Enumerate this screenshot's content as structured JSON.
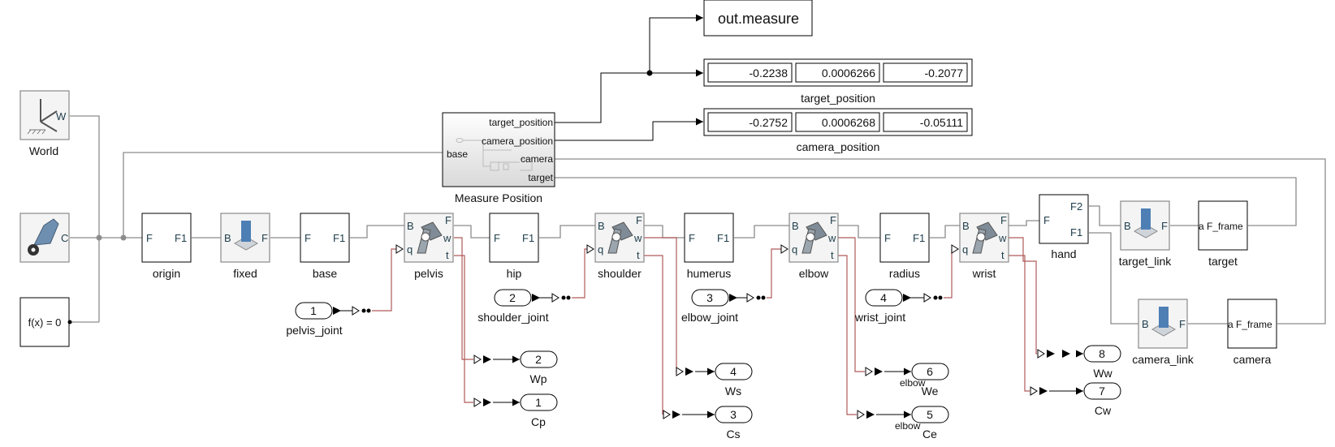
{
  "blocks": {
    "world": {
      "label": "World",
      "port": "W"
    },
    "mechanism_config": {
      "port": "C"
    },
    "solver": {
      "text": "f(x) = 0"
    },
    "origin": {
      "label": "origin",
      "port_in": "F",
      "port_out": "F1"
    },
    "fixed": {
      "label": "fixed",
      "port_b": "B",
      "port_f": "F"
    },
    "base": {
      "label": "base",
      "port_in": "F",
      "port_out": "F1"
    },
    "pelvis": {
      "label": "pelvis"
    },
    "hip": {
      "label": "hip",
      "port_in": "F",
      "port_out": "F1"
    },
    "shoulder": {
      "label": "shoulder"
    },
    "humerus": {
      "label": "humerus",
      "port_in": "F",
      "port_out": "F1"
    },
    "elbow": {
      "label": "elbow"
    },
    "radius": {
      "label": "radius",
      "port_in": "F",
      "port_out": "F1"
    },
    "wrist": {
      "label": "wrist"
    },
    "hand": {
      "label": "hand",
      "port_in": "F",
      "port_f2": "F2",
      "port_f1": "F1"
    },
    "target_link": {
      "label": "target_link",
      "port_b": "B",
      "port_f": "F"
    },
    "camera_link": {
      "label": "camera_link",
      "port_b": "B",
      "port_f": "F"
    },
    "target": {
      "label": "target",
      "text": "F_frame",
      "overlay": "a"
    },
    "camera": {
      "label": "camera",
      "text": "F_frame",
      "overlay": "a"
    },
    "measure": {
      "label": "Measure Position",
      "in_port": "base",
      "out_ports": [
        "target_position",
        "camera_position",
        "camera",
        "target"
      ]
    },
    "out_measure": {
      "text": "out.measure"
    },
    "target_display": {
      "label": "target_position",
      "values": [
        "-0.2238",
        "0.0006266",
        "-0.2077"
      ]
    },
    "camera_display": {
      "label": "camera_position",
      "values": [
        "-0.2752",
        "0.0006268",
        "-0.05111"
      ]
    }
  },
  "joint_ports": {
    "b": "B",
    "q": "q",
    "f": "F",
    "w": "w",
    "t": "t"
  },
  "inports": [
    {
      "num": "1",
      "label": "pelvis_joint"
    },
    {
      "num": "2",
      "label": "shoulder_joint"
    },
    {
      "num": "3",
      "label": "elbow_joint"
    },
    {
      "num": "4",
      "label": "wrist_joint"
    }
  ],
  "outports": [
    {
      "num": "2",
      "label": "Wp"
    },
    {
      "num": "1",
      "label": "Cp"
    },
    {
      "num": "4",
      "label": "Ws"
    },
    {
      "num": "3",
      "label": "Cs"
    },
    {
      "num": "6",
      "label": "We",
      "sublabel": "elbow"
    },
    {
      "num": "5",
      "label": "Ce",
      "sublabel": "elbow"
    },
    {
      "num": "8",
      "label": "Ww"
    },
    {
      "num": "7",
      "label": "Cw"
    }
  ],
  "colors": {
    "physical_wire": "#8c8c8c",
    "joint_wire": "#b05a5a",
    "signal_wire": "#000000",
    "joint_body": "#7f8c97"
  }
}
